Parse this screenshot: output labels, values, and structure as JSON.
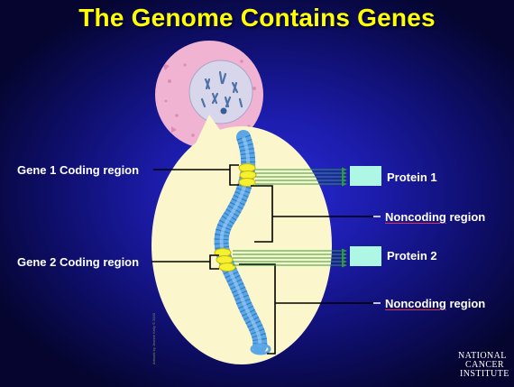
{
  "title": "The Genome Contains Genes",
  "labels": {
    "gene1": "Gene 1 Coding region",
    "gene2": "Gene 2 Coding region",
    "protein1": "Protein 1",
    "protein2": "Protein 2",
    "noncoding_word": "Noncoding",
    "region_word": " region"
  },
  "credit": "Artwork by Jeanne Kelly © 2000",
  "logo": {
    "line1": "NATIONAL",
    "line2": "CANCER",
    "line3": "INSTITUTE"
  },
  "colors": {
    "title": "#ffff00",
    "oval": "#fbf6cc",
    "dna": "#5aa6e6",
    "gene_highlight": "#f6f032",
    "protein_box": "#aef7e4",
    "arrows": "#2e9d3a",
    "cell": "#f0b4d2"
  }
}
